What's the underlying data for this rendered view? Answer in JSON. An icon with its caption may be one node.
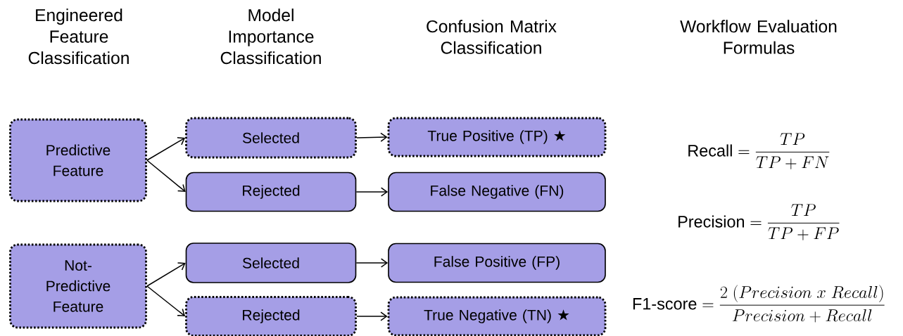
{
  "diagram": {
    "nodes": [
      {
        "text": [
          "Predictive Feature"
        ]
      },
      {
        "text": [
          "Selected"
        ]
      },
      {
        "text": [
          "Rejected"
        ]
      },
      {
        "text": [
          "True Positive (TP) ★"
        ]
      },
      {
        "text": [
          "False Negative (FN)"
        ]
      },
      {
        "text": [
          "Not-Predictive Feature"
        ]
      },
      {
        "text": [
          "Selected"
        ]
      },
      {
        "text": [
          "Rejected"
        ]
      },
      {
        "text": [
          "False Positive (FP)"
        ]
      },
      {
        "text": [
          "True Negative (TN) ★"
        ]
      }
    ],
    "edges": [
      {
        "from": 0,
        "to": 1,
        "arrow": "to"
      },
      {
        "from": 0,
        "to": 2,
        "arrow": "to"
      },
      {
        "from": 1,
        "to": 3,
        "arrow": "to"
      },
      {
        "from": 2,
        "to": 4,
        "arrow": "to"
      },
      {
        "from": 5,
        "to": 6,
        "arrow": "to"
      },
      {
        "from": 5,
        "to": 7,
        "arrow": "to"
      },
      {
        "from": 6,
        "to": 8,
        "arrow": "to"
      },
      {
        "from": 7,
        "to": 9,
        "arrow": "to"
      }
    ],
    "labels": [
      "Engineered Feature Classification",
      "Model Importance Classification",
      "Confusion Matrix Classification",
      "Workflow Evaluation Formulas",
      "\\text{Recall} = \\frac{TP}{TP+FN}",
      "\\text{Precision} = \\frac{TP}{TP+FP}",
      "\\text{F1-score} = \\frac{2\\;(Precision\\;x\\;Recall)}{Precision+Recall}"
    ]
  }
}
